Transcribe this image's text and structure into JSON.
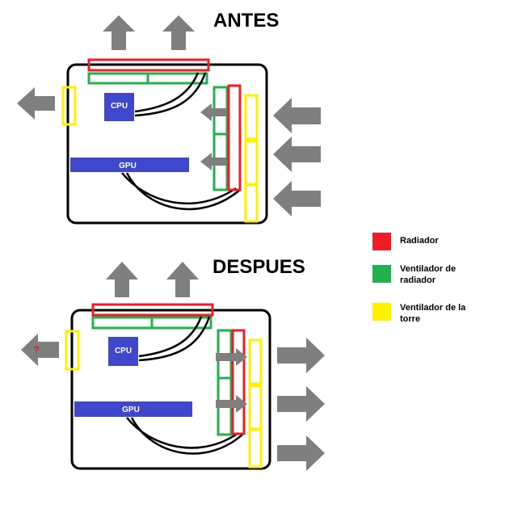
{
  "colors": {
    "radiator": "#ee1c24",
    "radiator_fan": "#22b14c",
    "tower_fan": "#fff200",
    "chip": "#3f48cc",
    "arrow": "#7f7f7f",
    "outline": "#000000"
  },
  "before": {
    "title": "ANTES",
    "cpu_label": "CPU",
    "gpu_label": "GPU"
  },
  "after": {
    "title": "DESPUES",
    "cpu_label": "CPU",
    "gpu_label": "GPU",
    "unknown_mark": "?"
  },
  "legend": [
    {
      "label_lines": [
        "Radiador"
      ],
      "color_key": "radiator"
    },
    {
      "label_lines": [
        "Ventilador de",
        "radiador"
      ],
      "color_key": "radiator_fan"
    },
    {
      "label_lines": [
        "Ventilador de la",
        "torre"
      ],
      "color_key": "tower_fan"
    }
  ]
}
